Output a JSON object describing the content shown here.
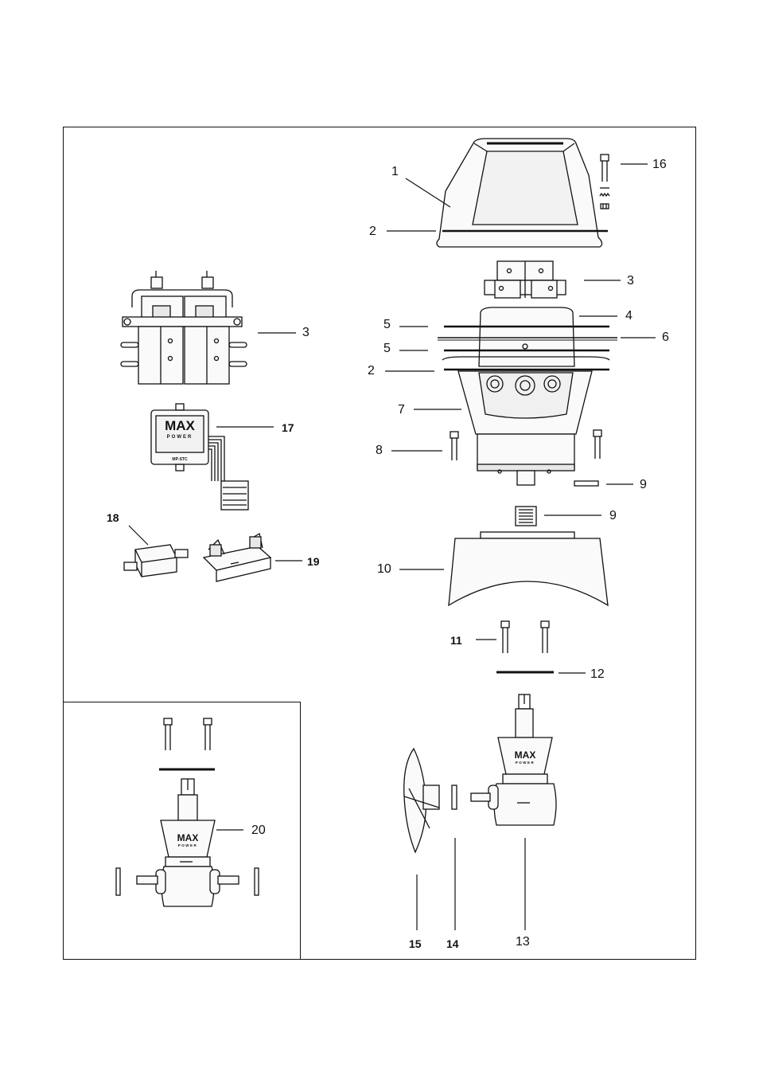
{
  "parts": [
    {
      "id": "p1",
      "number": "1"
    },
    {
      "id": "p2a",
      "number": "2"
    },
    {
      "id": "p3a",
      "number": "3"
    },
    {
      "id": "p3b",
      "number": "3"
    },
    {
      "id": "p4",
      "number": "4"
    },
    {
      "id": "p5a",
      "number": "5"
    },
    {
      "id": "p5b",
      "number": "5"
    },
    {
      "id": "p6",
      "number": "6"
    },
    {
      "id": "p2b",
      "number": "2"
    },
    {
      "id": "p7",
      "number": "7"
    },
    {
      "id": "p8",
      "number": "8"
    },
    {
      "id": "p9a",
      "number": "9"
    },
    {
      "id": "p9b",
      "number": "9"
    },
    {
      "id": "p10",
      "number": "10"
    },
    {
      "id": "p11",
      "number": "11"
    },
    {
      "id": "p12",
      "number": "12"
    },
    {
      "id": "p13",
      "number": "13"
    },
    {
      "id": "p14",
      "number": "14"
    },
    {
      "id": "p15",
      "number": "15"
    },
    {
      "id": "p16",
      "number": "16"
    },
    {
      "id": "p17",
      "number": "17"
    },
    {
      "id": "p18",
      "number": "18"
    },
    {
      "id": "p19",
      "number": "19"
    },
    {
      "id": "p20",
      "number": "20"
    }
  ],
  "logos": {
    "brand_top": "MAX",
    "brand_bottom": "POWER",
    "module_code": "MP-STC"
  }
}
